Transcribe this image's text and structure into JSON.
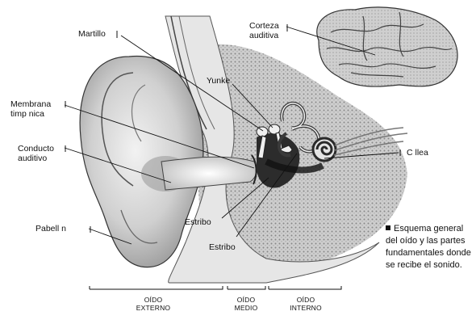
{
  "labels": {
    "martillo": "Martillo",
    "corteza": "Corteza\nauditiva",
    "yunke": "Yunke",
    "membrana": "Membrana\ntimp nica",
    "conducto": "Conducto\nauditivo",
    "coclea": "C llea",
    "estribo_1": "Estribo",
    "estribo_2": "Estribo",
    "pabellon": "Pabell n"
  },
  "sections": {
    "externo": "OÍDO\nEXTERNO",
    "medio": "OÍDO\nMEDIO",
    "interno": "OÍDO\nINTERNO"
  },
  "caption": "Esquema general del oído y las partes fundamentales donde se recibe el sonido.",
  "colors": {
    "ink": "#111111",
    "shade": "#8a8a8a",
    "light": "#d8d8d8"
  }
}
